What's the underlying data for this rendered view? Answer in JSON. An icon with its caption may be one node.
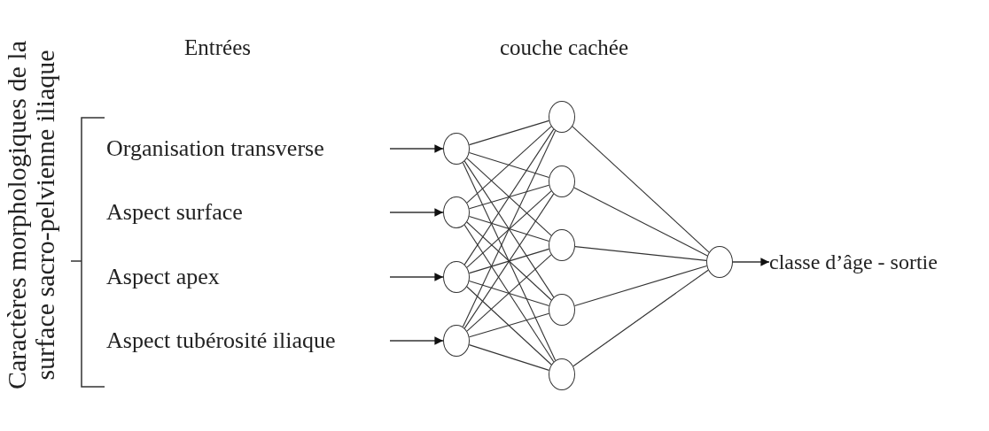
{
  "diagram": {
    "nodes": [
      {
        "text": [
          "Organisation transverse"
        ]
      },
      {
        "text": [
          "Aspect surface"
        ]
      },
      {
        "text": [
          "Aspect apex"
        ]
      },
      {
        "text": [
          "Aspect tubérosité iliaque"
        ]
      },
      {
        "text": [],
        "shape": "circle"
      },
      {
        "text": [],
        "shape": "circle"
      },
      {
        "text": [],
        "shape": "circle"
      },
      {
        "text": [],
        "shape": "circle"
      },
      {
        "text": [],
        "shape": "circle"
      },
      {
        "text": [],
        "shape": "circle"
      },
      {
        "text": [],
        "shape": "circle"
      },
      {
        "text": [],
        "shape": "circle"
      },
      {
        "text": [],
        "shape": "circle"
      },
      {
        "text": [],
        "shape": "circle"
      },
      {
        "text": [
          "classe d’âge - sortie"
        ]
      }
    ],
    "edges": [
      {
        "from": null,
        "to": 4,
        "arrow": "to"
      },
      {
        "from": null,
        "to": 5,
        "arrow": "to"
      },
      {
        "from": null,
        "to": 6,
        "arrow": "to"
      },
      {
        "from": null,
        "to": 7,
        "arrow": "to"
      },
      {
        "from": 4,
        "to": 8,
        "arrow": "none"
      },
      {
        "from": 4,
        "to": 9,
        "arrow": "none"
      },
      {
        "from": 4,
        "to": 10,
        "arrow": "none"
      },
      {
        "from": 4,
        "to": 11,
        "arrow": "none"
      },
      {
        "from": 4,
        "to": 12,
        "arrow": "none"
      },
      {
        "from": 5,
        "to": 8,
        "arrow": "none"
      },
      {
        "from": 5,
        "to": 9,
        "arrow": "none"
      },
      {
        "from": 5,
        "to": 10,
        "arrow": "none"
      },
      {
        "from": 5,
        "to": 11,
        "arrow": "none"
      },
      {
        "from": 5,
        "to": 12,
        "arrow": "none"
      },
      {
        "from": 6,
        "to": 8,
        "arrow": "none"
      },
      {
        "from": 6,
        "to": 9,
        "arrow": "none"
      },
      {
        "from": 6,
        "to": 10,
        "arrow": "none"
      },
      {
        "from": 6,
        "to": 11,
        "arrow": "none"
      },
      {
        "from": 6,
        "to": 12,
        "arrow": "none"
      },
      {
        "from": 7,
        "to": 8,
        "arrow": "none"
      },
      {
        "from": 7,
        "to": 9,
        "arrow": "none"
      },
      {
        "from": 7,
        "to": 10,
        "arrow": "none"
      },
      {
        "from": 7,
        "to": 11,
        "arrow": "none"
      },
      {
        "from": 7,
        "to": 12,
        "arrow": "none"
      },
      {
        "from": 8,
        "to": 13,
        "arrow": "none"
      },
      {
        "from": 9,
        "to": 13,
        "arrow": "none"
      },
      {
        "from": 10,
        "to": 13,
        "arrow": "none"
      },
      {
        "from": 11,
        "to": 13,
        "arrow": "none"
      },
      {
        "from": 12,
        "to": 13,
        "arrow": "none"
      },
      {
        "from": 13,
        "to": 14,
        "arrow": "to"
      }
    ],
    "labels": [
      "Entrées",
      "couche cachée",
      "Caractères morphologiques de la surface sacro-pelvienne iliaque"
    ]
  }
}
